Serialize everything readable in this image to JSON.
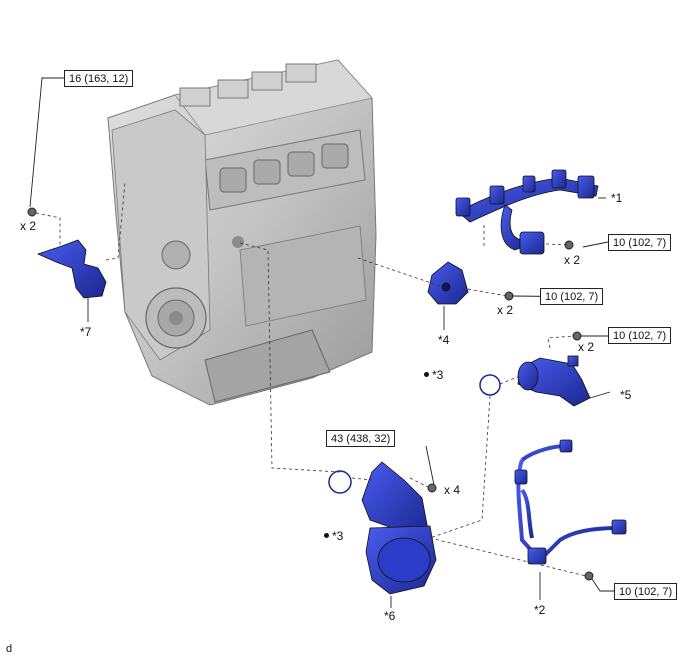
{
  "torque_specs": [
    {
      "id": "torque-16",
      "text": "16 (163, 12)"
    },
    {
      "id": "torque-43",
      "text": "43 (438, 32)"
    },
    {
      "id": "torque-10-a",
      "text": "10 (102, 7)"
    },
    {
      "id": "torque-10-b",
      "text": "10 (102, 7)"
    },
    {
      "id": "torque-10-c",
      "text": "10 (102, 7)"
    },
    {
      "id": "torque-10-d",
      "text": "10 (102, 7)"
    }
  ],
  "part_labels": {
    "p1": "*1",
    "p2": "*2",
    "p3a": "*3",
    "p3b": "*3",
    "p4": "*4",
    "p5": "*5",
    "p6": "*6",
    "p7": "*7"
  },
  "quantities": {
    "q_left": "x 2",
    "q_p1": "x 2",
    "q_p4": "x 2",
    "q_p5": "x 2",
    "q_p6": "x 4"
  },
  "footer_code": "d",
  "colors": {
    "part_blue": "#2c3fd6",
    "part_dark": "#1c2a9c",
    "engine_grey": "#b9b9b9",
    "line": "#222222"
  }
}
